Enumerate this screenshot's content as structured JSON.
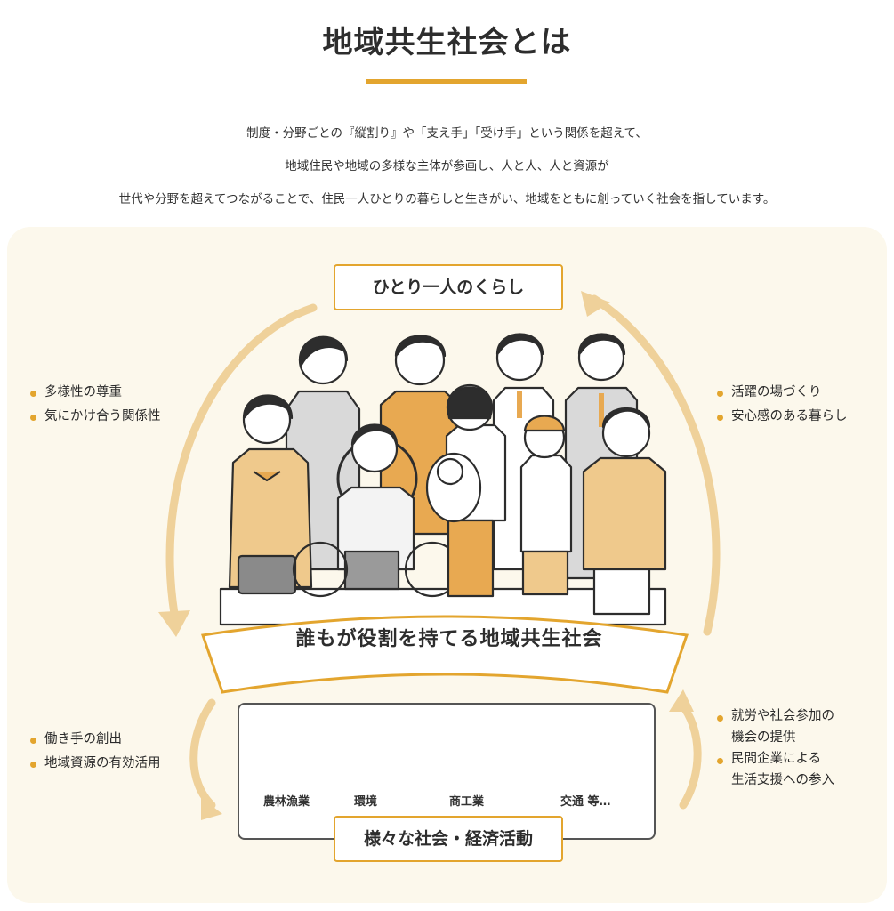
{
  "header": {
    "title": "地域共生社会とは",
    "intro_lines": [
      "制度・分野ごとの『縦割り』や「支え手」「受け手」という関係を超えて、",
      "地域住民や地域の多様な主体が参画し、人と人、人と資源が",
      "世代や分野を超えてつながることで、住民一人ひとりの暮らしと生きがい、地域をともに創っていく社会を指しています。"
    ]
  },
  "diagram": {
    "top_label": "ひとり一人のくらし",
    "banner": "誰もが役割を持てる地域共生社会",
    "bottom_label": "様々な社会・経済活動",
    "left_top_items": [
      "多様性の尊重",
      "気にかけ合う関係性"
    ],
    "right_top_items": [
      "活躍の場づくり",
      "安心感のある暮らし"
    ],
    "left_bottom_items": [
      "働き手の創出",
      "地域資源の有効活用"
    ],
    "right_bottom_items": [
      {
        "line1": "就労や社会参加の",
        "line2": "機会の提供"
      },
      {
        "line1": "民間企業による",
        "line2": "生活支援への参入"
      }
    ],
    "activities": [
      "農林漁業",
      "環境",
      "商工業",
      "交通 等…"
    ]
  },
  "colors": {
    "accent": "#e3a52e",
    "panel": "#fcf8ec",
    "arrow": "#efd19a",
    "figure_fill": "#e8a951",
    "text": "#2d2d2d"
  },
  "icons": [
    "fish-icon",
    "apple-icon",
    "sprout-icon",
    "factory-icon",
    "shop-icon",
    "bus-icon"
  ]
}
